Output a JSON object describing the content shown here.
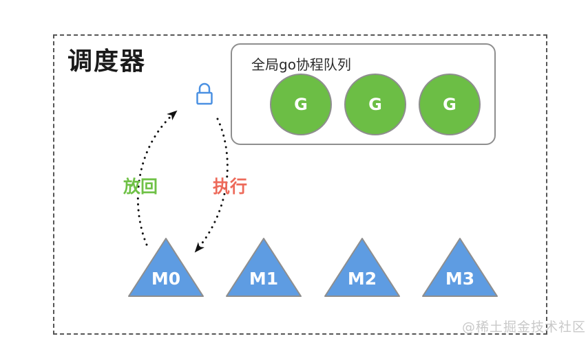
{
  "diagram": {
    "title": "调度器",
    "queue": {
      "label": "全局go协程队列",
      "goroutines": [
        {
          "label": "G"
        },
        {
          "label": "G"
        },
        {
          "label": "G"
        }
      ]
    },
    "lock_icon": "lock-icon",
    "arrows": {
      "putback_label": "放回",
      "execute_label": "执行"
    },
    "machines": [
      {
        "label": "M0"
      },
      {
        "label": "M1"
      },
      {
        "label": "M2"
      },
      {
        "label": "M3"
      }
    ],
    "watermark": "@稀土掘金技术社区"
  },
  "colors": {
    "goroutine-green": "#6CBE45",
    "machine-blue": "#5E9CE2",
    "lock-blue": "#4A90E2",
    "putback-green": "#6FC146",
    "execute-red": "#ED6A5A",
    "border-gray": "#8E8E8E",
    "frame-gray": "#555555",
    "arrow-black": "#111111",
    "watermark-gray": "#C9C9C9"
  }
}
